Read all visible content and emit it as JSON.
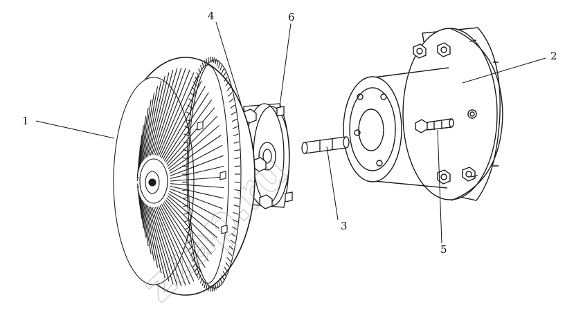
{
  "callouts": {
    "c1": "1",
    "c2": "2",
    "c3": "3",
    "c4": "4",
    "c5": "5",
    "c6": "6"
  },
  "watermark": "zzap.ru",
  "colors": {
    "line": "#1a1a1a",
    "background": "#ffffff"
  }
}
